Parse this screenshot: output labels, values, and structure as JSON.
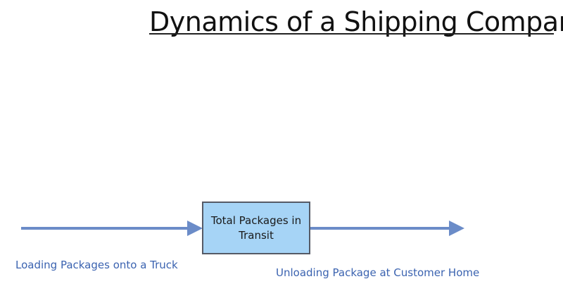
{
  "title": "Dynamics of a Shipping Company",
  "stock": {
    "label": "Total Packages in Transit"
  },
  "inflow": {
    "label": "Loading Packages onto a Truck"
  },
  "outflow": {
    "label": "Unloading Package at Customer Home"
  },
  "colors": {
    "arrow": "#6b8cc8",
    "stock_fill": "#a6d4f6",
    "stock_border": "#555a66",
    "flow_label": "#3b63b0"
  }
}
